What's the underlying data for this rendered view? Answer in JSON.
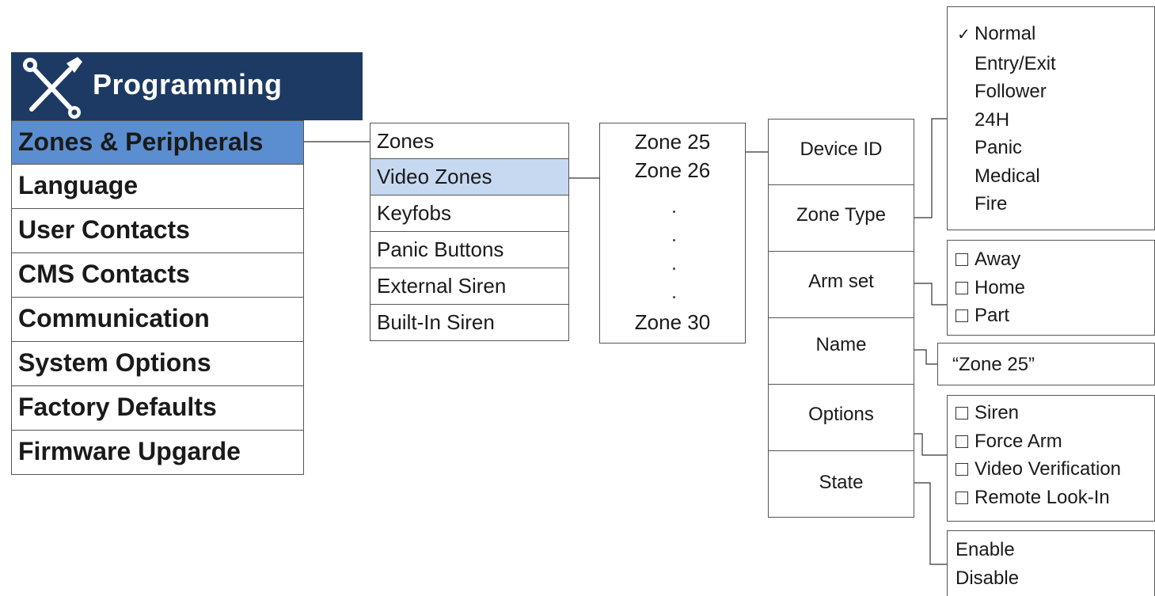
{
  "header": {
    "title": "Programming",
    "icon": "tools-icon"
  },
  "main_menu": {
    "items": [
      {
        "label": "Zones & Peripherals",
        "active": true
      },
      {
        "label": "Language",
        "active": false
      },
      {
        "label": "User Contacts",
        "active": false
      },
      {
        "label": "CMS Contacts",
        "active": false
      },
      {
        "label": "Communication",
        "active": false
      },
      {
        "label": "System Options",
        "active": false
      },
      {
        "label": "Factory Defaults",
        "active": false
      },
      {
        "label": "Firmware Upgarde",
        "active": false
      }
    ]
  },
  "submenu": {
    "items": [
      {
        "label": "Zones",
        "active": false
      },
      {
        "label": "Video Zones",
        "active": true
      },
      {
        "label": "Keyfobs",
        "active": false
      },
      {
        "label": "Panic Buttons",
        "active": false
      },
      {
        "label": "External Siren",
        "active": false
      },
      {
        "label": "Built-In Siren",
        "active": false
      }
    ]
  },
  "zones": {
    "first": "Zone 25",
    "second": "Zone 26",
    "last": "Zone 30"
  },
  "zone_settings": {
    "items": [
      {
        "label": "Device ID"
      },
      {
        "label": "Zone Type"
      },
      {
        "label": "Arm set"
      },
      {
        "label": "Name"
      },
      {
        "label": "Options"
      },
      {
        "label": "State"
      }
    ]
  },
  "zone_type_options": {
    "checked_mark": "✓",
    "items": [
      "Normal",
      "Entry/Exit",
      "Follower",
      "24H",
      "Panic",
      "Medical",
      "Fire"
    ]
  },
  "arm_set_options": {
    "items": [
      "Away",
      "Home",
      "Part"
    ]
  },
  "name_value": "“Zone 25”",
  "options_list": {
    "items": [
      "Siren",
      "Force Arm",
      "Video Verification",
      "Remote Look-In"
    ]
  },
  "state_options": {
    "items": [
      "Enable",
      "Disable"
    ]
  },
  "colors": {
    "header_bg": "#1c3a63",
    "active_main": "#5b8ed0",
    "active_sub": "#c6d9f1"
  }
}
